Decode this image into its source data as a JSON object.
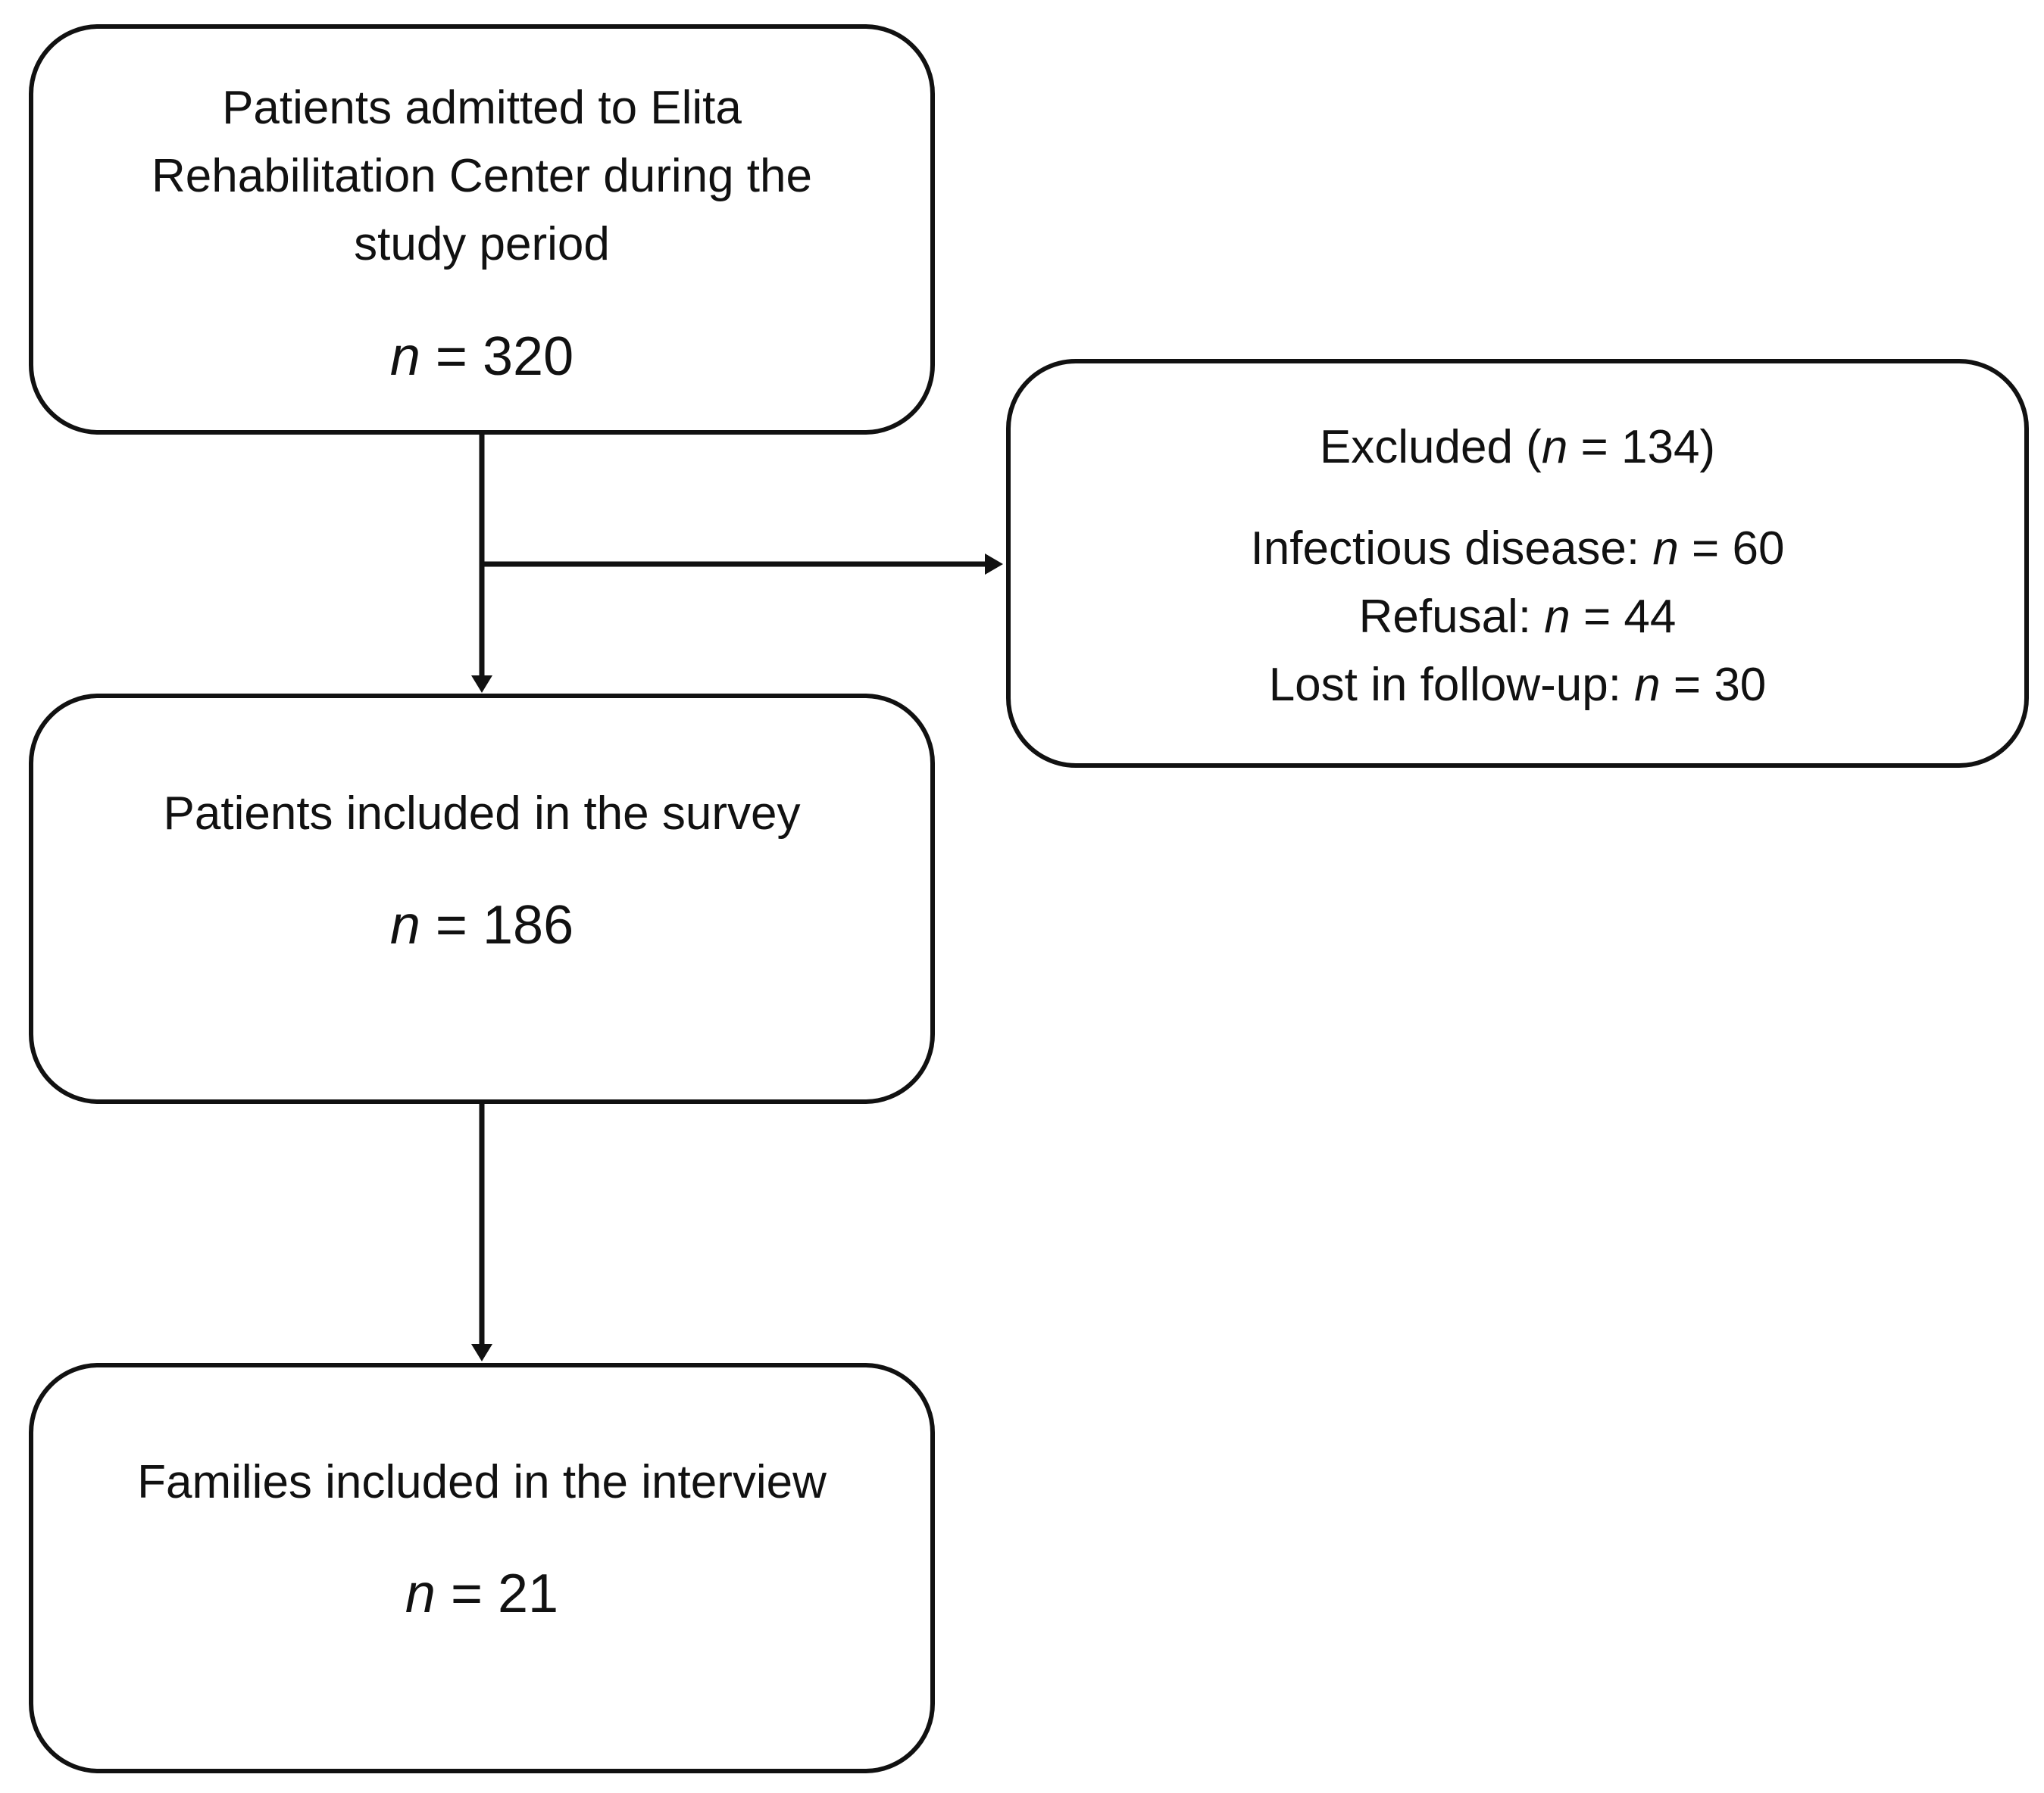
{
  "flowchart": {
    "admitted": {
      "title_lines": [
        "Patients admitted to Elita",
        "Rehabilitation Center during the",
        "study period"
      ],
      "n_symbol": "n",
      "count_text": " = 320"
    },
    "excluded": {
      "heading_prefix": "Excluded (",
      "heading_n": "n",
      "heading_suffix": " = 134)",
      "reasons": [
        {
          "label": "Infectious disease: ",
          "n": "n",
          "value": " = 60"
        },
        {
          "label": "Refusal: ",
          "n": "n",
          "value": " = 44"
        },
        {
          "label": "Lost in follow-up: ",
          "n": "n",
          "value": " = 30"
        }
      ]
    },
    "survey": {
      "title": "Patients included in the survey",
      "n_symbol": "n",
      "count_text": " = 186"
    },
    "interview": {
      "title": "Families included in the interview",
      "n_symbol": "n",
      "count_text": " = 21"
    },
    "colors": {
      "stroke": "#111111",
      "background": "#ffffff"
    }
  }
}
